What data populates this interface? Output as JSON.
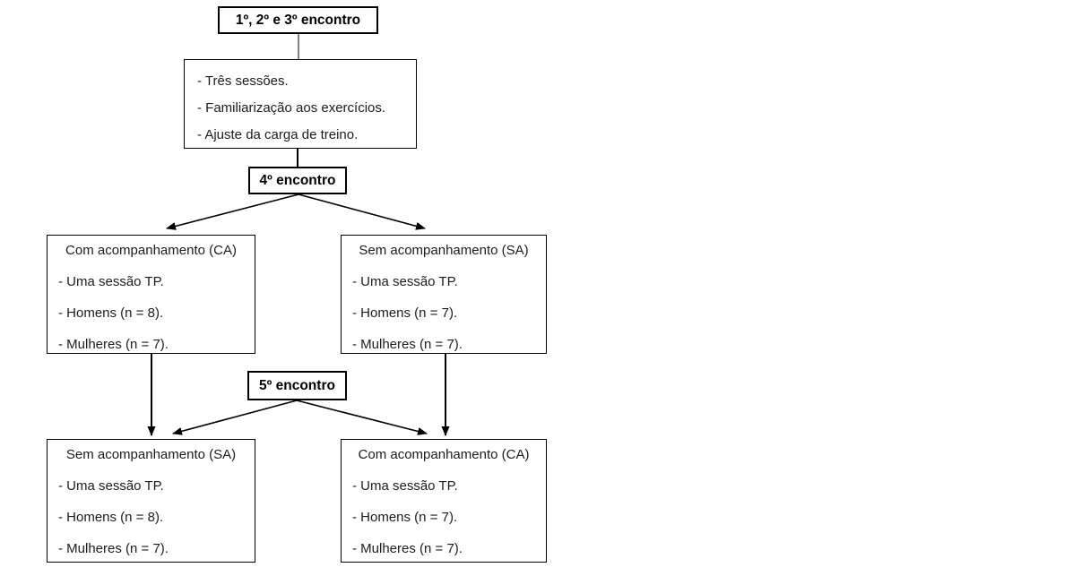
{
  "diagram": {
    "title_semantic": "Study design flowchart (training meetings)",
    "colors": {
      "background": "#ffffff",
      "box_border": "#000000",
      "text": "#1c1c1c",
      "connector_gray": "#808080",
      "connector_black": "#000000"
    },
    "top_box": {
      "label": "1º, 2º e 3º encontro"
    },
    "sessions_box": {
      "lines": [
        "- Três sessões.",
        "- Familiarização aos exercícios.",
        "- Ajuste da carga de treino."
      ]
    },
    "encontro4_box": {
      "label": "4º encontro"
    },
    "encontro5_box": {
      "label": "5º encontro"
    },
    "groups": {
      "e4_left": {
        "title": "Com acompanhamento (CA)",
        "lines": [
          "- Uma sessão TP.",
          "- Homens (n = 8).",
          "- Mulheres (n = 7)."
        ]
      },
      "e4_right": {
        "title": "Sem acompanhamento (SA)",
        "lines": [
          "- Uma sessão TP.",
          "- Homens (n = 7).",
          "- Mulheres (n = 7)."
        ]
      },
      "e5_left": {
        "title": "Sem acompanhamento (SA)",
        "lines": [
          "- Uma sessão TP.",
          "- Homens (n = 8).",
          "- Mulheres (n = 7)."
        ]
      },
      "e5_right": {
        "title": "Com acompanhamento (CA)",
        "lines": [
          "- Uma sessão TP.",
          "- Homens (n = 7).",
          "- Mulheres (n = 7)."
        ]
      }
    }
  }
}
